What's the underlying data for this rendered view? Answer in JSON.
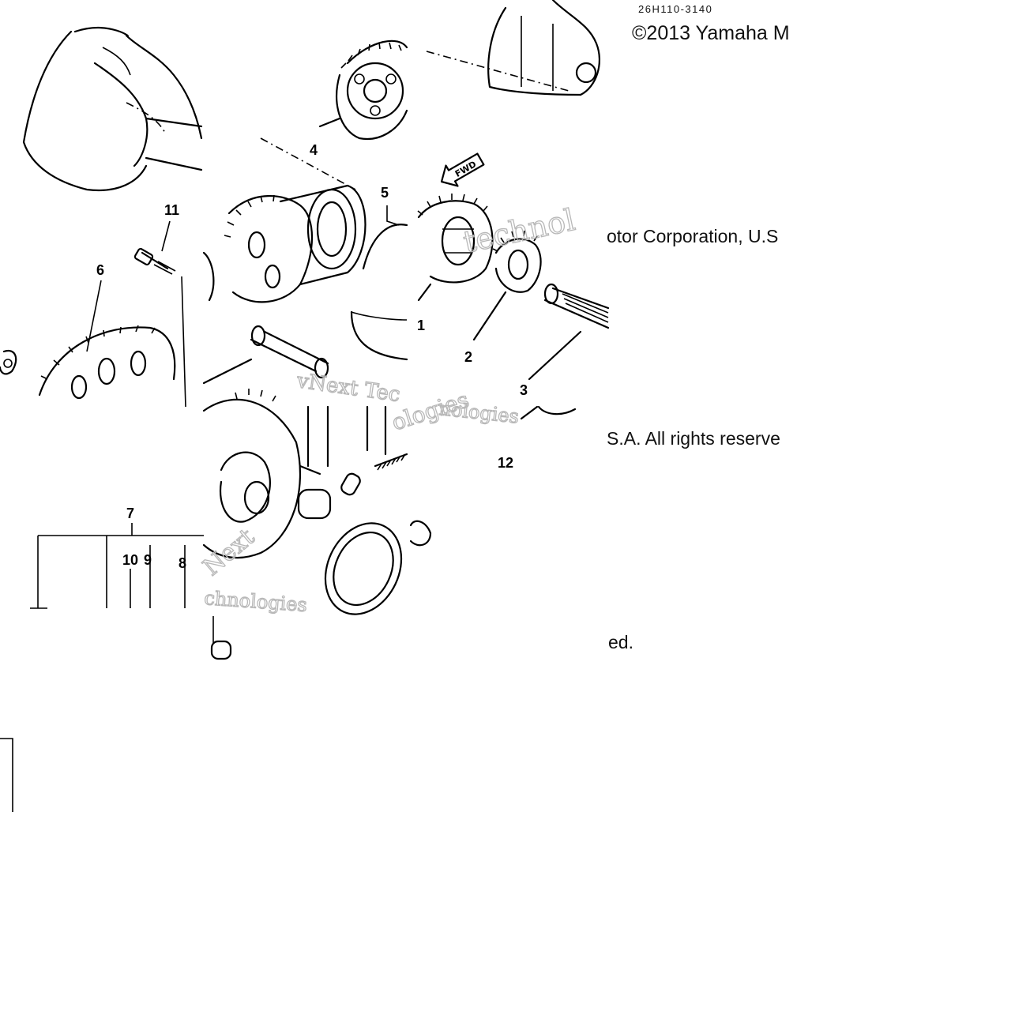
{
  "header": {
    "part_code": "26H110-3140"
  },
  "copyright": {
    "line1": "©2013 Yamaha M",
    "line2": "otor Corporation, U.S",
    "line3": "S.A. All rights reserve",
    "line4": "ed."
  },
  "watermark": {
    "fragment_a": "vNext Tec",
    "fragment_b": "technol",
    "fragment_c": "nologies",
    "fragment_d": "chnologies",
    "fragment_e": "Next",
    "fragment_f": "ologies"
  },
  "callouts": [
    "1",
    "2",
    "3",
    "4",
    "5",
    "6",
    "7",
    "8",
    "9",
    "10",
    "11",
    "12"
  ],
  "arrow_label": "FWD"
}
